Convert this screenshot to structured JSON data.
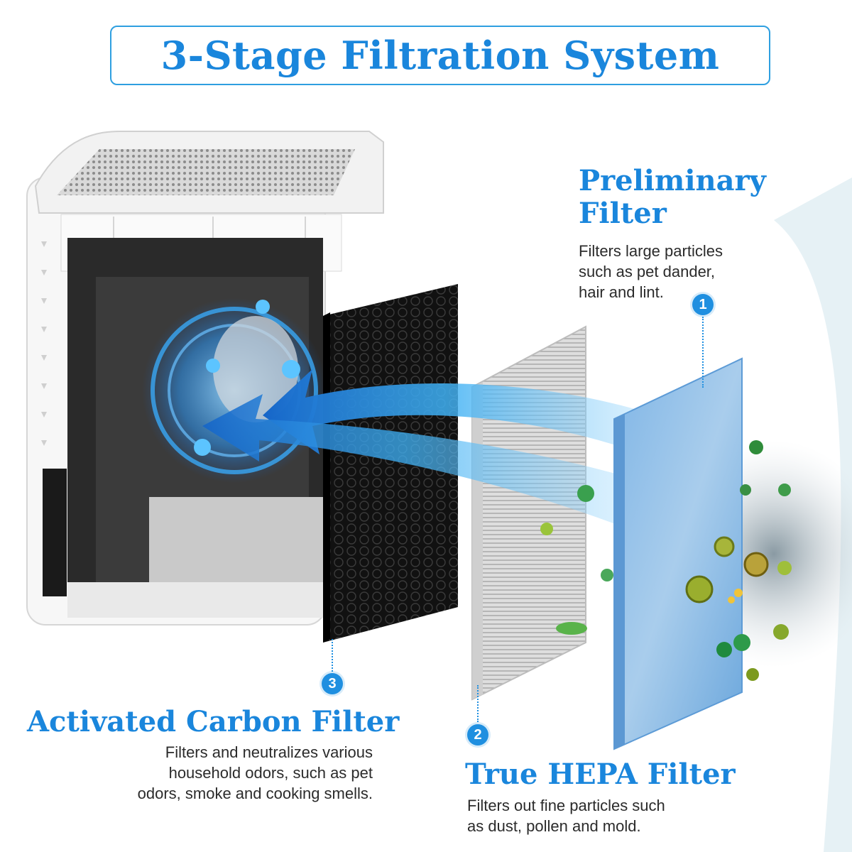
{
  "title": "3-Stage Filtration System",
  "colors": {
    "accent": "#1a86dc",
    "badge": "#1f8fe0",
    "text": "#2b2b2b"
  },
  "filters": [
    {
      "number": "1",
      "heading_line1": "Preliminary",
      "heading_line2": "Filter",
      "desc_lines": [
        "Filters large particles",
        "such as pet dander,",
        "hair and lint."
      ]
    },
    {
      "number": "2",
      "heading": "True HEPA Filter",
      "desc_lines": [
        "Filters out fine particles such",
        "as dust, pollen and mold."
      ]
    },
    {
      "number": "3",
      "heading": "Activated Carbon Filter",
      "desc_lines": [
        "Filters and neutralizes various",
        "household odors, such as pet",
        "odors, smoke and cooking smells."
      ]
    }
  ],
  "illustration": {
    "purifier": "air-purifier-unit",
    "fan": "blue-fan-vortex",
    "airflow": "blue-airflow-arrows",
    "particles": "green-particle-icons"
  }
}
